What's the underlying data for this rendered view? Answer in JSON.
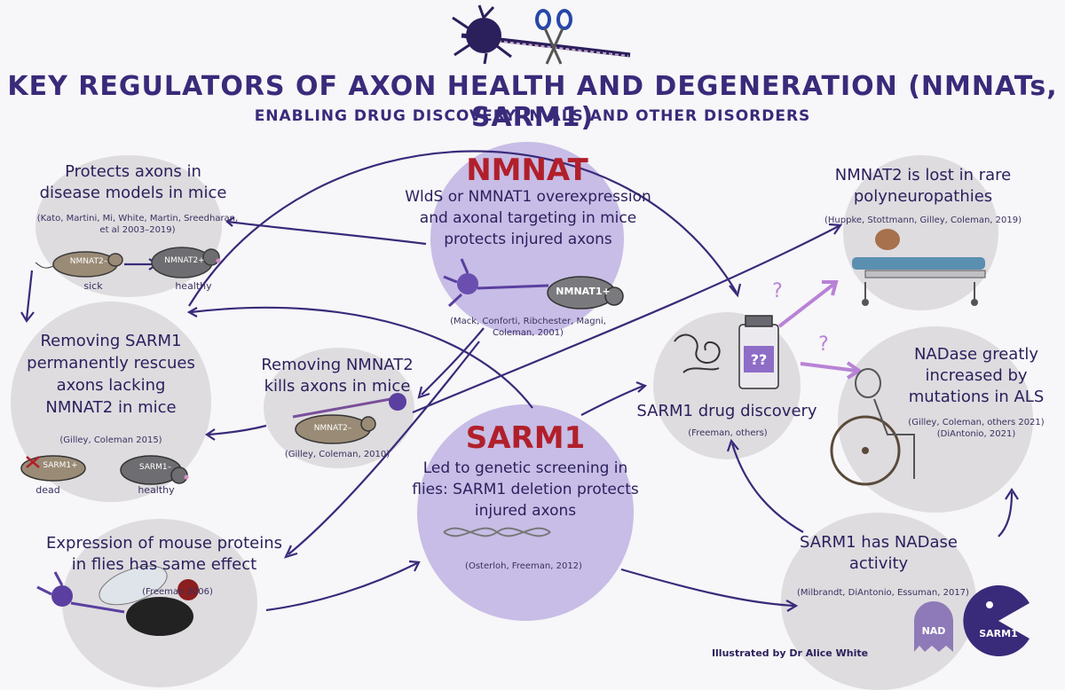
{
  "header": {
    "title": "KEY REGULATORS OF AXON HEALTH AND  DEGENERATION (NMNATs, SARM1)",
    "subtitle": "ENABLING DRUG DISCOVERY IN ALS AND OTHER DISORDERS"
  },
  "nodes": {
    "nmnat": {
      "name": "NMNAT",
      "text": [
        "WldS or NMNAT1 overexpression",
        "and axonal targeting in mice",
        "protects injured axons"
      ],
      "mouse_label": "NMNAT1+",
      "citation": [
        "(Mack, Conforti, Ribchester, Magni,",
        "Coleman, 2001)"
      ]
    },
    "protects": {
      "text": [
        "Protects axons in",
        "disease models in mice"
      ],
      "citation": [
        "(Kato, Martini, Mi, White, Martin, Sreedharan,",
        "et al 2003–2019)"
      ],
      "mouse_sick_label": "NMNAT2–",
      "mouse_healthy_label": "NMNAT2+",
      "sick": "sick",
      "healthy": "healthy"
    },
    "lost": {
      "text": [
        "NMNAT2 is lost in rare",
        "polyneuropathies"
      ],
      "citation": [
        "(Huppke, Stottmann, Gilley, Coleman, 2019)"
      ]
    },
    "removing_sarm1": {
      "text": [
        "Removing SARM1",
        "permanently rescues",
        "axons lacking",
        "NMNAT2 in mice"
      ],
      "citation": [
        "(Gilley, Coleman 2015)"
      ],
      "mouse_dead_label": "SARM1+",
      "mouse_healthy_label": "SARM1–",
      "dead": "dead",
      "healthy": "healthy"
    },
    "removing_nmnat2": {
      "text": [
        "Removing NMNAT2",
        "kills axons in mice"
      ],
      "mouse_label": "NMNAT2–",
      "citation": [
        "(Gilley, Coleman, 2010)"
      ]
    },
    "drug": {
      "text": [
        "SARM1 drug discovery"
      ],
      "bottle_label": "??",
      "citation": [
        "(Freeman, others)"
      ],
      "question": "?"
    },
    "nadase_als": {
      "text": [
        "NADase greatly",
        "increased by",
        "mutations in ALS"
      ],
      "citation": [
        "(Gilley, Coleman, others 2021)",
        "(DiAntonio, 2021)"
      ]
    },
    "sarm1": {
      "name": "SARM1",
      "text": [
        "Led to genetic screening in",
        "flies:  SARM1 deletion protects",
        "injured axons"
      ],
      "citation": [
        "(Osterloh, Freeman, 2012)"
      ]
    },
    "expression": {
      "text": [
        "Expression of mouse proteins",
        "in flies has same effect"
      ],
      "citation": [
        "(Freeman 2006)"
      ]
    },
    "nadase_activity": {
      "text": [
        "SARM1 has NADase",
        "activity"
      ],
      "citation": [
        "(Milbrandt, DiAntonio, Essuman, 2017)"
      ],
      "nad_label": "NAD",
      "sarm1_label": "SARM1"
    }
  },
  "credit": "Illustrated by Dr Alice White",
  "colors": {
    "title": "#3a2a7a",
    "text": "#2b1f5c",
    "grey_circle": "#dedcdf",
    "purple_circle": "#c7bde6",
    "arrow": "#3a2a7a",
    "light_arrow": "#b882d6",
    "accent_red": "#b1202a"
  }
}
